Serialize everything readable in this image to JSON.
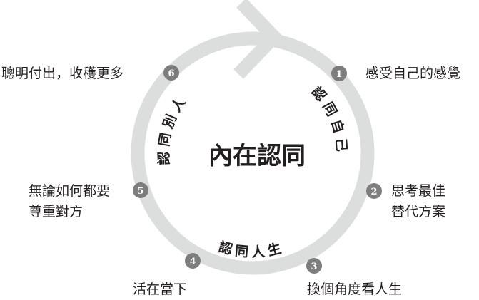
{
  "title": "內在認同",
  "arc_labels": {
    "right": "認同自己",
    "bottom": "認同人生",
    "left": "認同別人"
  },
  "steps": [
    {
      "num": "1",
      "lines": [
        "感受自己的感覺"
      ]
    },
    {
      "num": "2",
      "lines": [
        "思考最佳",
        "替代方案"
      ]
    },
    {
      "num": "3",
      "lines": [
        "換個角度看人生"
      ]
    },
    {
      "num": "4",
      "lines": [
        "活在當下"
      ]
    },
    {
      "num": "5",
      "lines": [
        "無論如何都要",
        "尊重對方"
      ]
    },
    {
      "num": "6",
      "lines": [
        "聰明付出，收穫更多"
      ]
    }
  ],
  "colors": {
    "ring": "#dcdddd",
    "badge": "#7d7d7d",
    "text": "#231f20"
  }
}
